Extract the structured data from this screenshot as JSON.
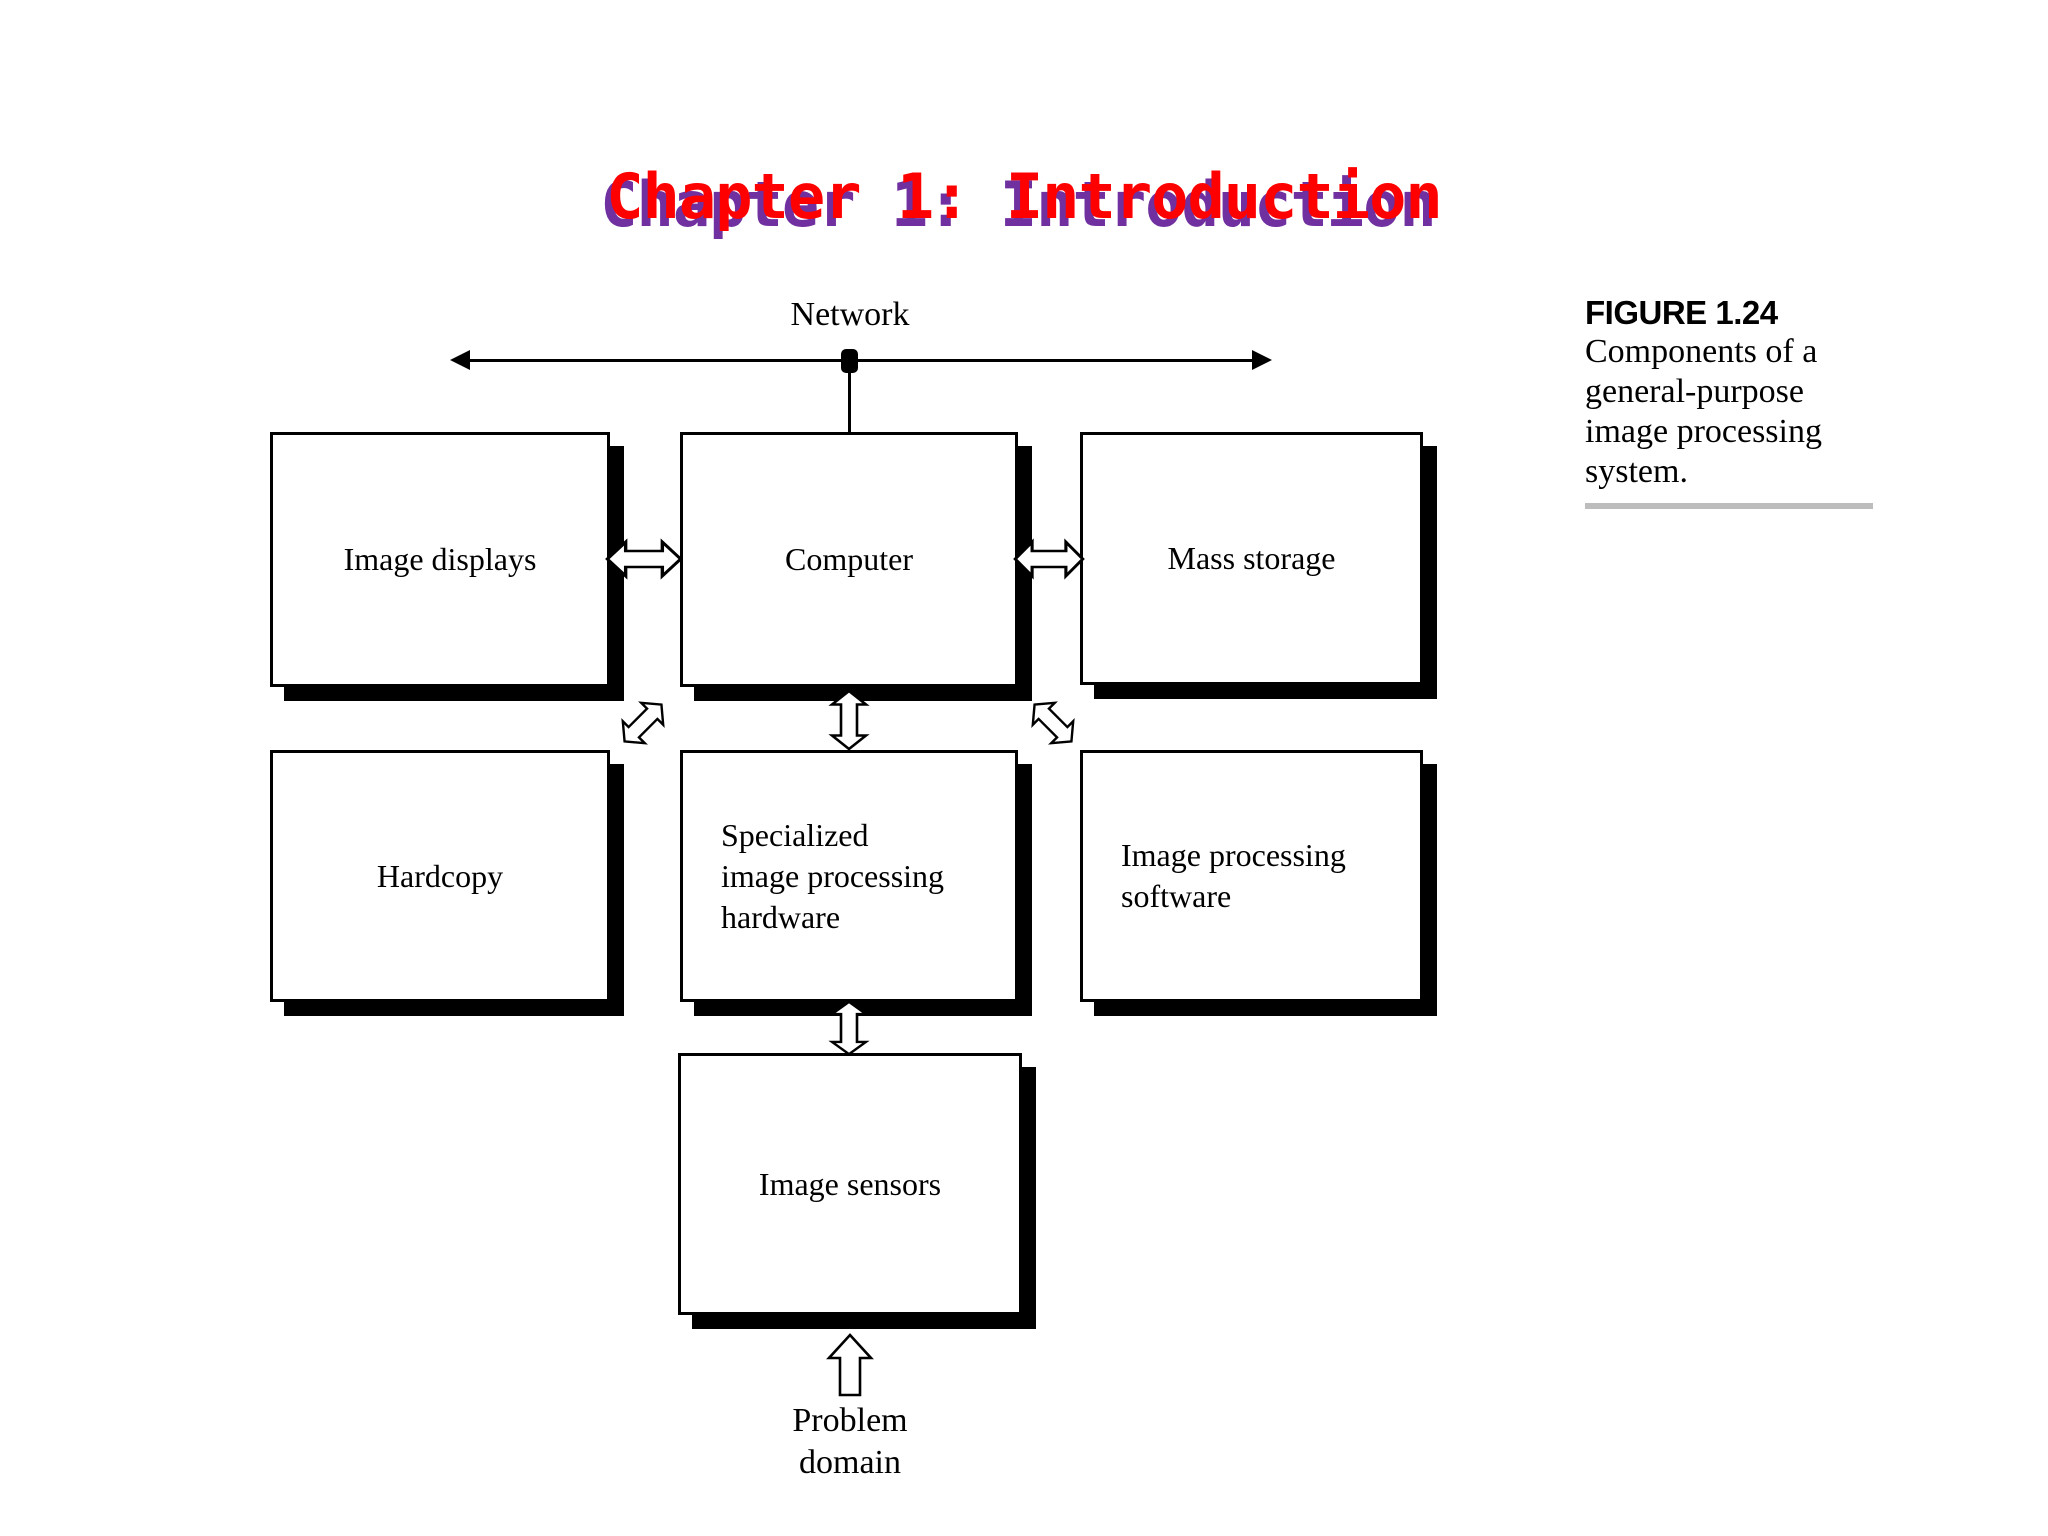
{
  "title": "Chapter 1: Introduction",
  "colors": {
    "title_fill": "#ff0000",
    "title_shadow": "#7030a0",
    "diagram_ink": "#000000",
    "caption_rule": "#bdbdbd",
    "background": "#ffffff"
  },
  "network": {
    "label": "Network"
  },
  "boxes": [
    {
      "id": "image-displays",
      "label": "Image displays"
    },
    {
      "id": "computer",
      "label": "Computer"
    },
    {
      "id": "mass-storage",
      "label": "Mass storage"
    },
    {
      "id": "hardcopy",
      "label": "Hardcopy"
    },
    {
      "id": "specialized-hardware",
      "label": "Specialized\nimage processing\nhardware"
    },
    {
      "id": "image-processing-software",
      "label": "Image processing\nsoftware"
    },
    {
      "id": "image-sensors",
      "label": "Image sensors"
    }
  ],
  "problem_domain": {
    "label": "Problem\ndomain"
  },
  "connections": [
    {
      "from": "Image displays",
      "to": "Computer",
      "style": "double-arrow-horizontal"
    },
    {
      "from": "Computer",
      "to": "Mass storage",
      "style": "double-arrow-horizontal"
    },
    {
      "from": "Computer",
      "to": "Specialized image processing hardware",
      "style": "double-arrow-vertical"
    },
    {
      "from": "Hardcopy",
      "to": "Computer",
      "style": "double-arrow-diagonal"
    },
    {
      "from": "Computer",
      "to": "Image processing software",
      "style": "double-arrow-diagonal"
    },
    {
      "from": "Specialized image processing hardware",
      "to": "Image sensors",
      "style": "double-arrow-vertical"
    },
    {
      "from": "Problem domain",
      "to": "Image sensors",
      "style": "single-arrow-up"
    },
    {
      "from": "Network",
      "to": "Computer",
      "style": "bus-drop-line"
    }
  ],
  "figure_caption": {
    "heading": "FIGURE 1.24",
    "lines": [
      "Components of a",
      "general-purpose",
      "image processing",
      "system."
    ]
  }
}
